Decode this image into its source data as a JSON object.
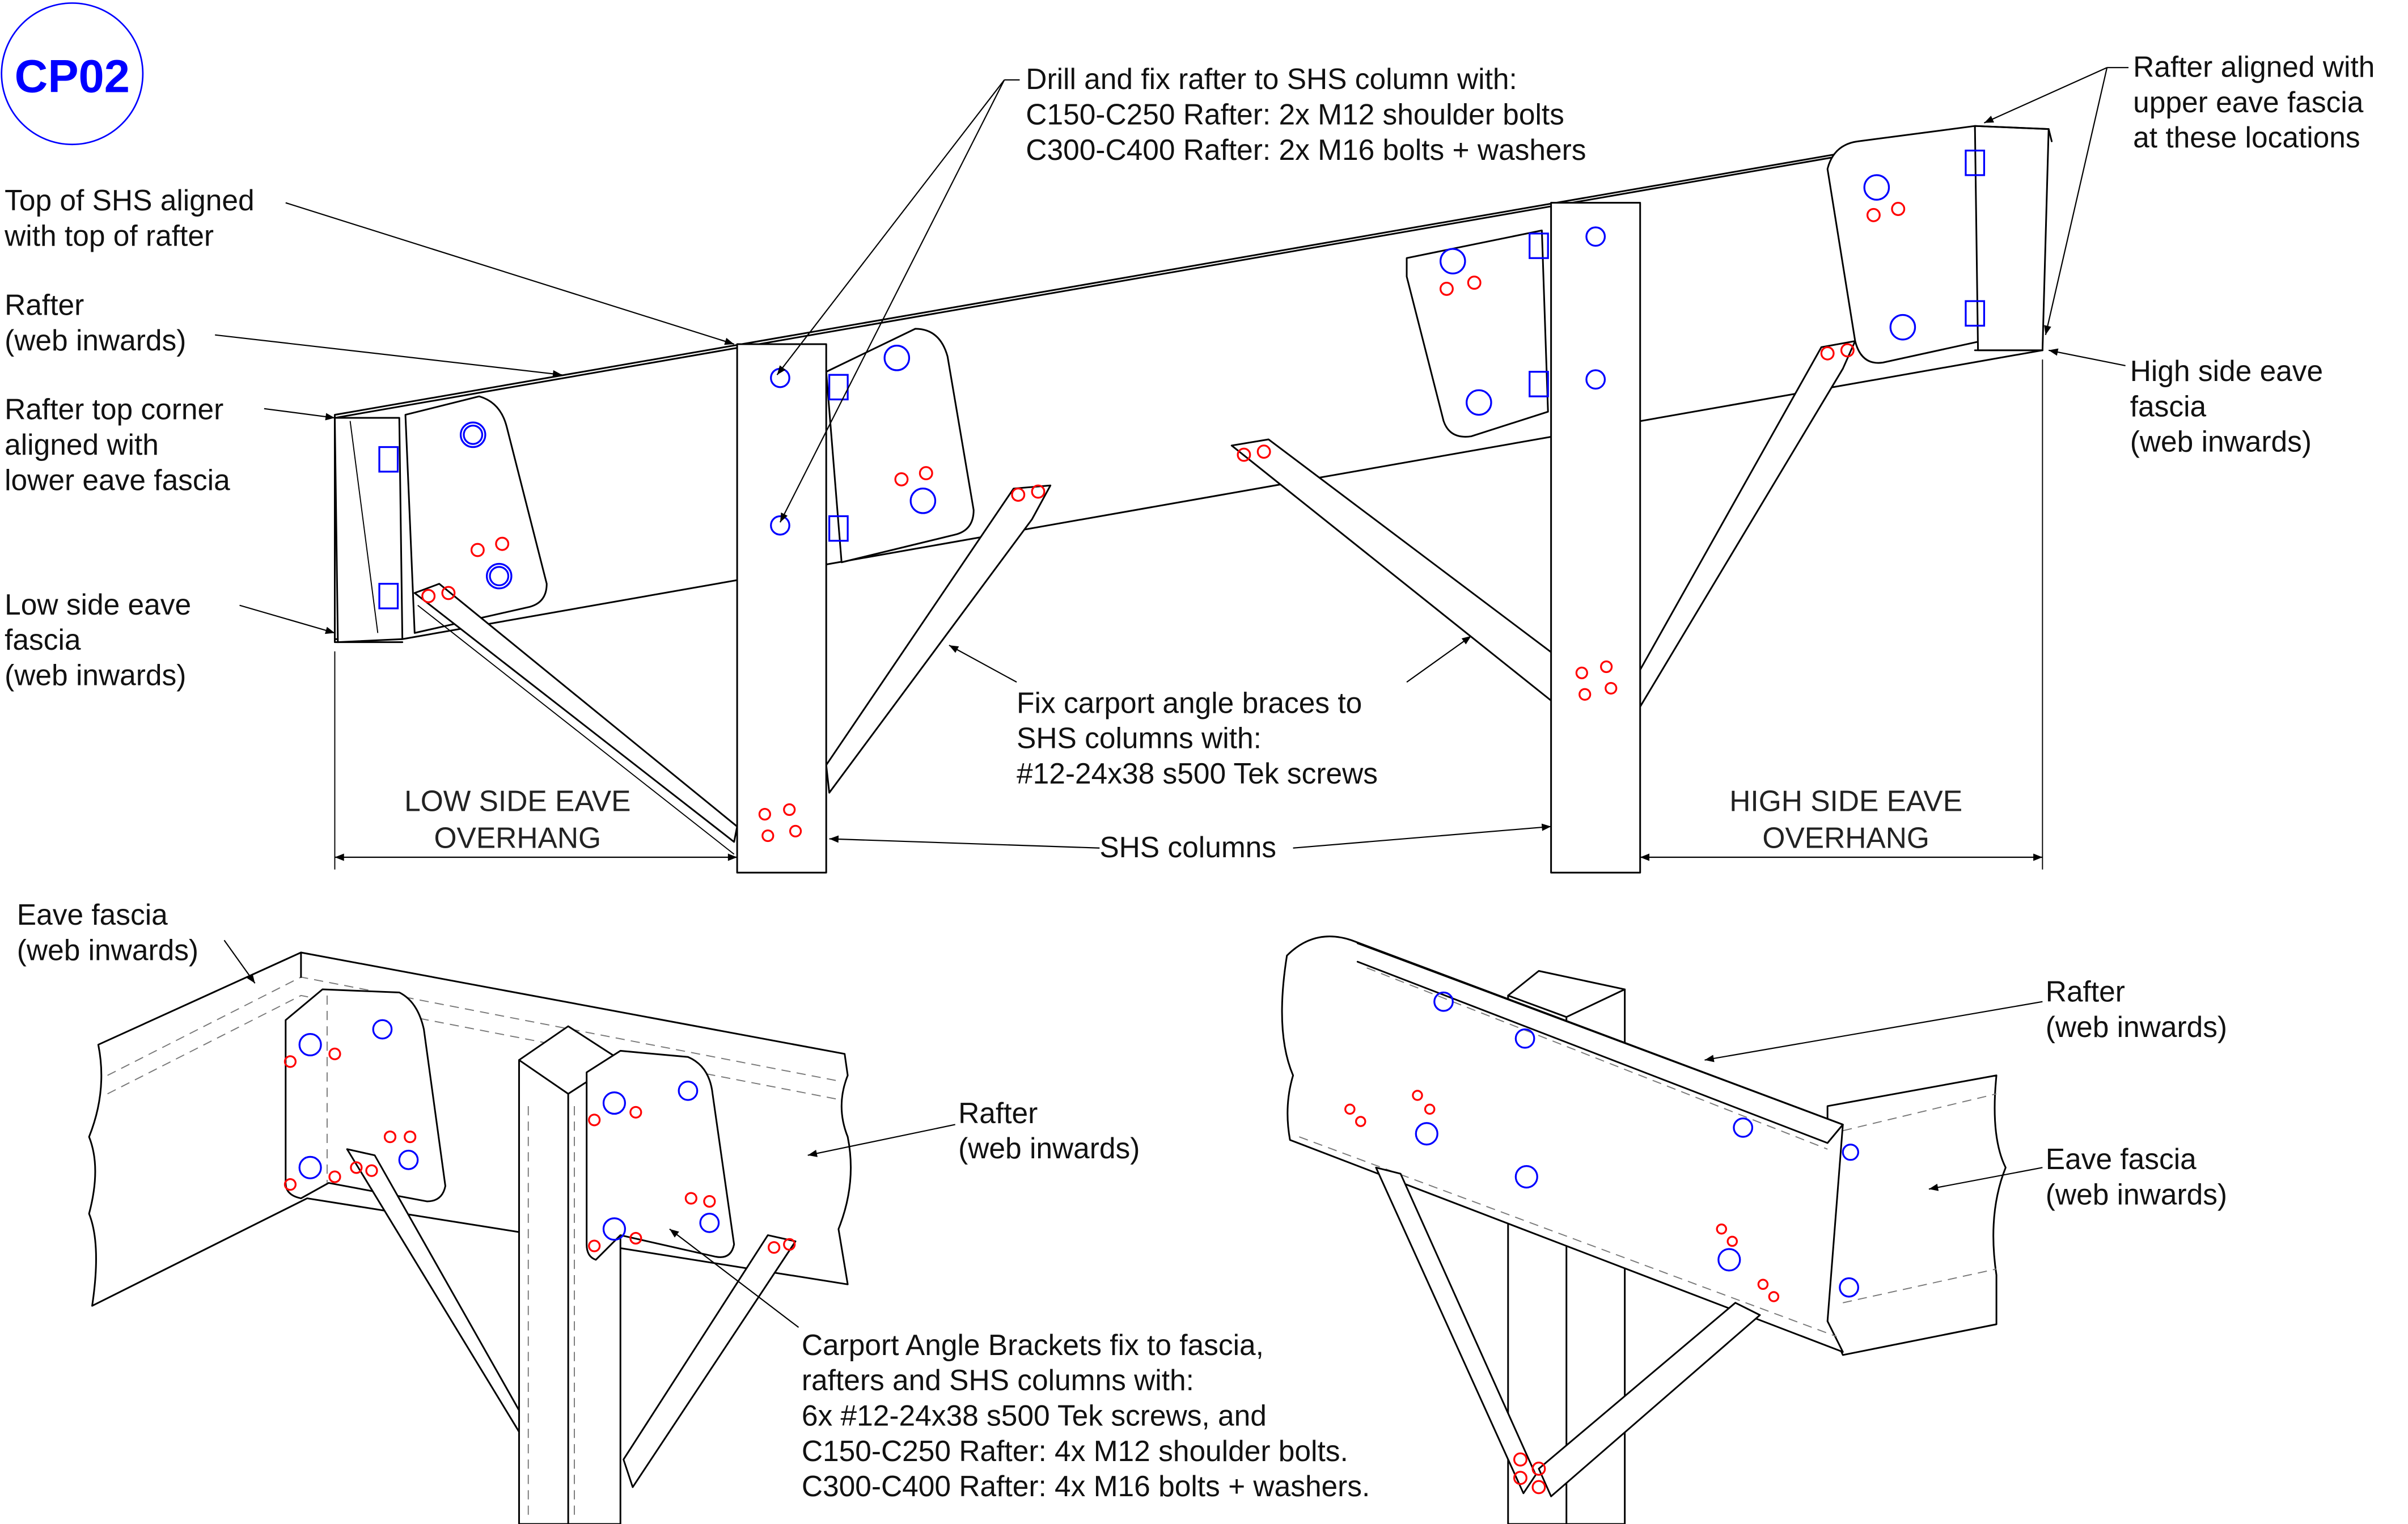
{
  "drawing_id": "CP02",
  "colors": {
    "badge": "#0000ff",
    "bolts": "#0000ff",
    "tek_screws": "#ff0000",
    "linework": "#000000"
  },
  "top_view": {
    "callouts": {
      "top_of_shs": [
        "Top of SHS aligned",
        "with top of rafter"
      ],
      "rafter": [
        "Rafter",
        "(web inwards)"
      ],
      "rafter_top_corner": [
        "Rafter top corner",
        "aligned with",
        "lower eave fascia"
      ],
      "low_side_fascia": [
        "Low side eave",
        "fascia",
        "(web inwards)"
      ],
      "drill_and_fix": [
        "Drill and fix rafter to SHS column with:",
        "C150-C250 Rafter: 2x M12 shoulder bolts",
        "C300-C400 Rafter: 2x M16 bolts + washers"
      ],
      "rafter_aligned_upper": [
        "Rafter aligned with",
        "upper eave fascia",
        "at these locations"
      ],
      "high_side_fascia": [
        "High side eave",
        "fascia",
        "(web inwards)"
      ],
      "fix_braces": [
        "Fix carport angle braces to",
        "SHS columns with:",
        "#12-24x38 s500 Tek screws"
      ],
      "shs_columns": "SHS columns"
    },
    "dimensions": {
      "low_side": [
        "LOW SIDE EAVE",
        "OVERHANG"
      ],
      "high_side": [
        "HIGH SIDE EAVE",
        "OVERHANG"
      ]
    }
  },
  "detail_left": {
    "callouts": {
      "eave_fascia": [
        "Eave fascia",
        "(web inwards)"
      ],
      "rafter": [
        "Rafter",
        "(web inwards)"
      ],
      "brackets": [
        "Carport Angle Brackets fix to fascia,",
        "rafters and SHS columns with:",
        "6x #12-24x38 s500 Tek screws, and",
        "C150-C250 Rafter: 4x M12 shoulder bolts.",
        "C300-C400 Rafter: 4x M16 bolts + washers."
      ]
    }
  },
  "detail_right": {
    "callouts": {
      "rafter": [
        "Rafter",
        "(web inwards)"
      ],
      "eave_fascia": [
        "Eave fascia",
        "(web inwards)"
      ]
    }
  }
}
